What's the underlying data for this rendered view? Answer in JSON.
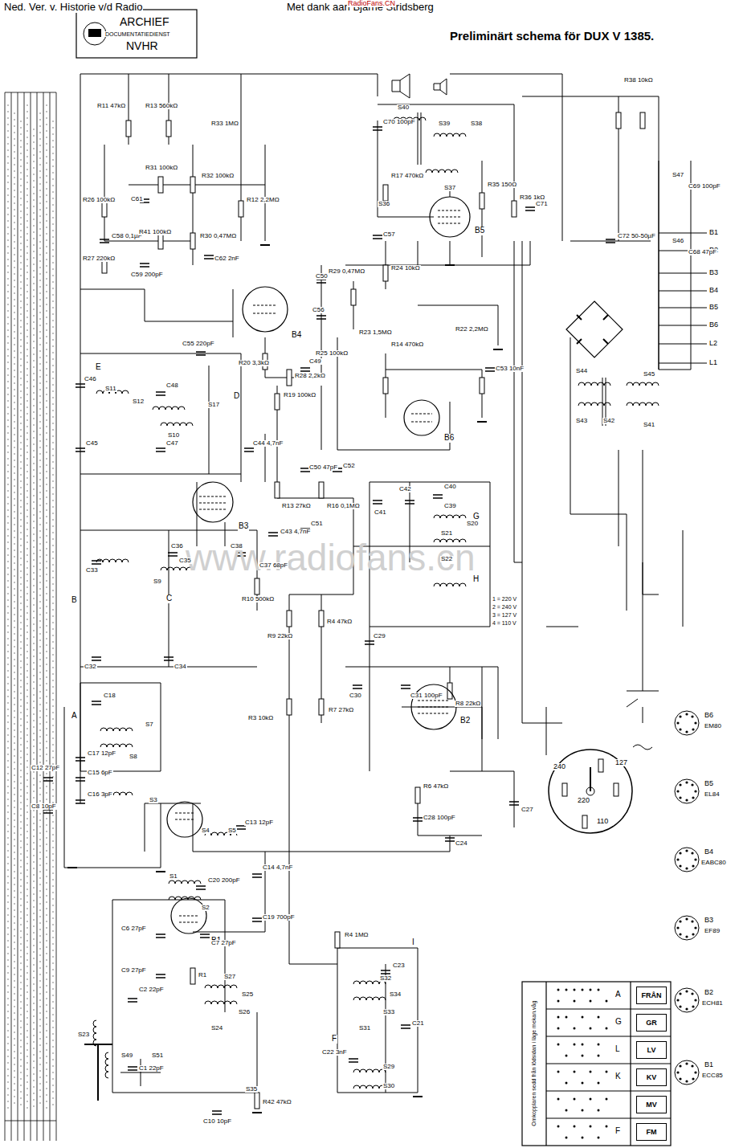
{
  "diagram": {
    "title": "Preliminärt schema för DUX V 1385.",
    "nodes": [
      {
        "text": [
          "FRÅN"
        ]
      },
      {
        "text": [
          "GR"
        ]
      },
      {
        "text": [
          "LV"
        ]
      },
      {
        "text": [
          "KV"
        ]
      },
      {
        "text": [
          "MV"
        ]
      },
      {
        "text": [
          "FM"
        ]
      }
    ],
    "labels": [
      "Ned. Ver. v. Historie v/d Radio",
      "Met dank aan Bjarne Stridsberg",
      "RadioFans.CN",
      "ARCHIEF",
      "DOCUMENTATIEDIENST",
      "NVHR",
      "www.radiofans.cn",
      "B6",
      "EM80",
      "B5",
      "EL84",
      "B4",
      "EABC80",
      "B3",
      "EF89",
      "B2",
      "ECH81",
      "B1",
      "ECC85",
      "240",
      "220",
      "127",
      "110",
      "1 = 220 V",
      "2 = 240 V",
      "3 = 127 V",
      "4 = 110 V",
      "B1",
      "B2",
      "B3",
      "B4",
      "B5",
      "B6",
      "L2",
      "L1",
      "S47",
      "C69 100pF",
      "S46",
      "C68 47pF",
      "Omkopplaren sedd från lödsidan i läge mekan.våg",
      "A",
      "G",
      "L",
      "K",
      "F",
      "B1",
      "B2",
      "B3",
      "B4",
      "B5",
      "B6",
      "A",
      "B",
      "C",
      "D",
      "E",
      "F",
      "G",
      "H",
      "I",
      "R11 47kΩ",
      "R13 560kΩ",
      "R26 100kΩ",
      "R27 220kΩ",
      "C58 0,1µF",
      "R31 100kΩ",
      "R32 100kΩ",
      "R33 1MΩ",
      "R12 2,2MΩ",
      "R41 100kΩ",
      "R30 0,47MΩ",
      "C61",
      "C59 200pF",
      "C62 2nF",
      "C55 220pF",
      "R20 3,3kΩ",
      "R28 2,2kΩ",
      "C50",
      "R29 0,47MΩ",
      "R24 10kΩ",
      "C56",
      "R23 1,5MΩ",
      "R25 100kΩ",
      "R17 470kΩ",
      "C57",
      "C70 100pF",
      "S40",
      "S39",
      "S38",
      "S36",
      "S37",
      "R35 150Ω",
      "R36 1kΩ",
      "C71",
      "R38 10kΩ",
      "C72 50-50µF",
      "S44",
      "S45",
      "S43",
      "S42",
      "S41",
      "R14 470kΩ",
      "R22 2,2MΩ",
      "C53 10nF",
      "C46",
      "C48",
      "S11",
      "S12",
      "S17",
      "S10",
      "C45",
      "C47",
      "C44 4,7nF",
      "R19 100kΩ",
      "C49",
      "C50 47pF",
      "C52",
      "R13 27kΩ",
      "R16 0,1MΩ",
      "C51",
      "C41",
      "C42",
      "C40",
      "C39",
      "S20",
      "S21",
      "S22",
      "C29",
      "R10 500kΩ",
      "C38",
      "C37 68pF",
      "C36",
      "C35",
      "C33",
      "C32",
      "C34",
      "S9",
      "S8",
      "S7",
      "C43 4,7nF",
      "R9 22kΩ",
      "R4 47kΩ",
      "R3 10kΩ",
      "R7 27kΩ",
      "R6 47kΩ",
      "C30",
      "C31 100pF",
      "R8 22kΩ",
      "C27",
      "C28 100pF",
      "C24",
      "C18",
      "C17 12pF",
      "C15 6pF",
      "C16 3pF",
      "S3",
      "C12 27pF",
      "C8 10pF",
      "S4",
      "S5",
      "C13 12pF",
      "C14 4,7nF",
      "C20 200pF",
      "S1",
      "S2",
      "C19 700pF",
      "C6 27pF",
      "C7 27pF",
      "C9 27pF",
      "R1",
      "C2 22pF",
      "S23",
      "C1 22pF",
      "S27",
      "S25",
      "S26",
      "S24",
      "S35",
      "R42 47kΩ",
      "C10 10pF",
      "R4 1MΩ",
      "C23",
      "S32",
      "S34",
      "S33",
      "S31",
      "C21",
      "C22 3nF",
      "S29",
      "S30",
      "S49",
      "S51"
    ]
  }
}
